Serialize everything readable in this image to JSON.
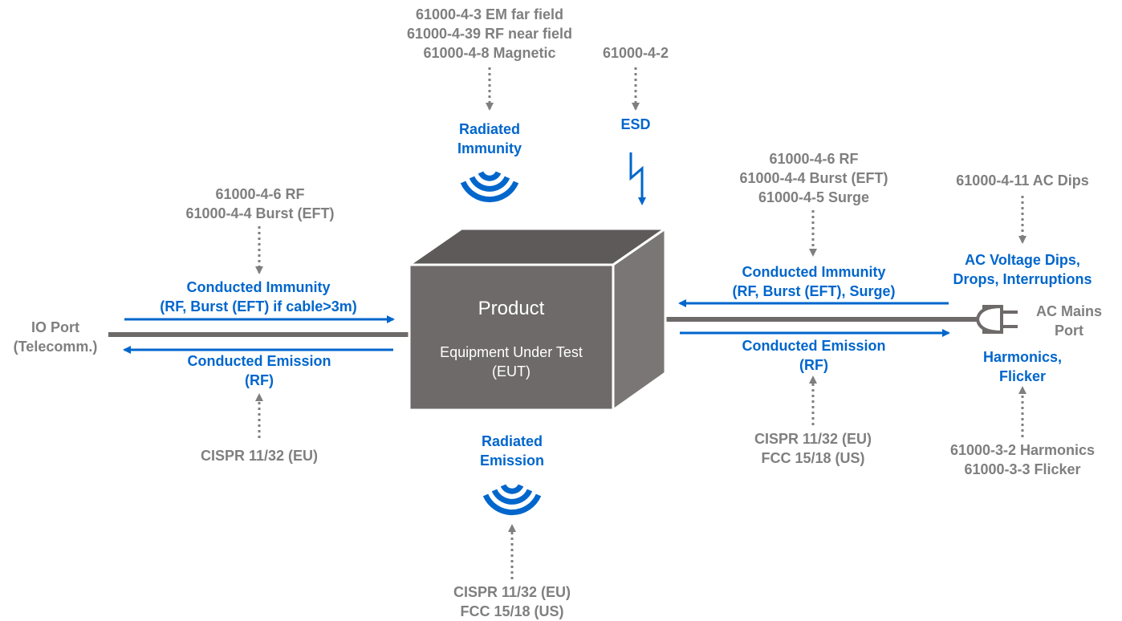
{
  "product": {
    "title": "Product",
    "subtitle": [
      "Equipment Under Test",
      "(EUT)"
    ]
  },
  "standards": {
    "radiated_immunity": [
      "61000-4-3 EM far field",
      "61000-4-39 RF near field",
      "61000-4-8 Magnetic"
    ],
    "esd": [
      "61000-4-2"
    ],
    "io_immunity": [
      "61000-4-6 RF",
      "61000-4-4 Burst (EFT)"
    ],
    "mains_immunity": [
      "61000-4-6 RF",
      "61000-4-4 Burst (EFT)",
      "61000-4-5 Surge"
    ],
    "ac_dips": [
      "61000-4-11 AC Dips"
    ],
    "io_emission": [
      "CISPR 11/32 (EU)"
    ],
    "mains_emission": [
      "CISPR 11/32 (EU)",
      "FCC 15/18 (US)"
    ],
    "harmonics": [
      "61000-3-2 Harmonics",
      "61000-3-3 Flicker"
    ],
    "radiated_emission": [
      "CISPR 11/32 (EU)",
      "FCC 15/18 (US)"
    ]
  },
  "phenomena": {
    "radiated_immunity": [
      "Radiated",
      "Immunity"
    ],
    "esd": [
      "ESD"
    ],
    "io_conducted_immunity": [
      "Conducted Immunity",
      "(RF, Burst (EFT) if cable>3m)"
    ],
    "io_conducted_emission": [
      "Conducted Emission",
      "(RF)"
    ],
    "mains_conducted_immunity": [
      "Conducted Immunity",
      "(RF, Burst (EFT), Surge)"
    ],
    "mains_conducted_emission": [
      "Conducted Emission",
      "(RF)"
    ],
    "ac_voltage_dips": [
      "AC Voltage Dips,",
      "Drops, Interruptions"
    ],
    "harmonics_flicker": [
      "Harmonics,",
      "Flicker"
    ],
    "radiated_emission": [
      "Radiated",
      "Emission"
    ]
  },
  "ports": {
    "io": [
      "IO Port",
      "(Telecomm.)"
    ],
    "mains": [
      "AC Mains",
      "Port"
    ]
  },
  "colors": {
    "accent": "#0066cc",
    "text_gray": "#7f7f7f",
    "box_front": "#6e6a69",
    "box_top": "#5e5a59",
    "box_side": "#7a7675",
    "cable": "#6e6a69"
  }
}
